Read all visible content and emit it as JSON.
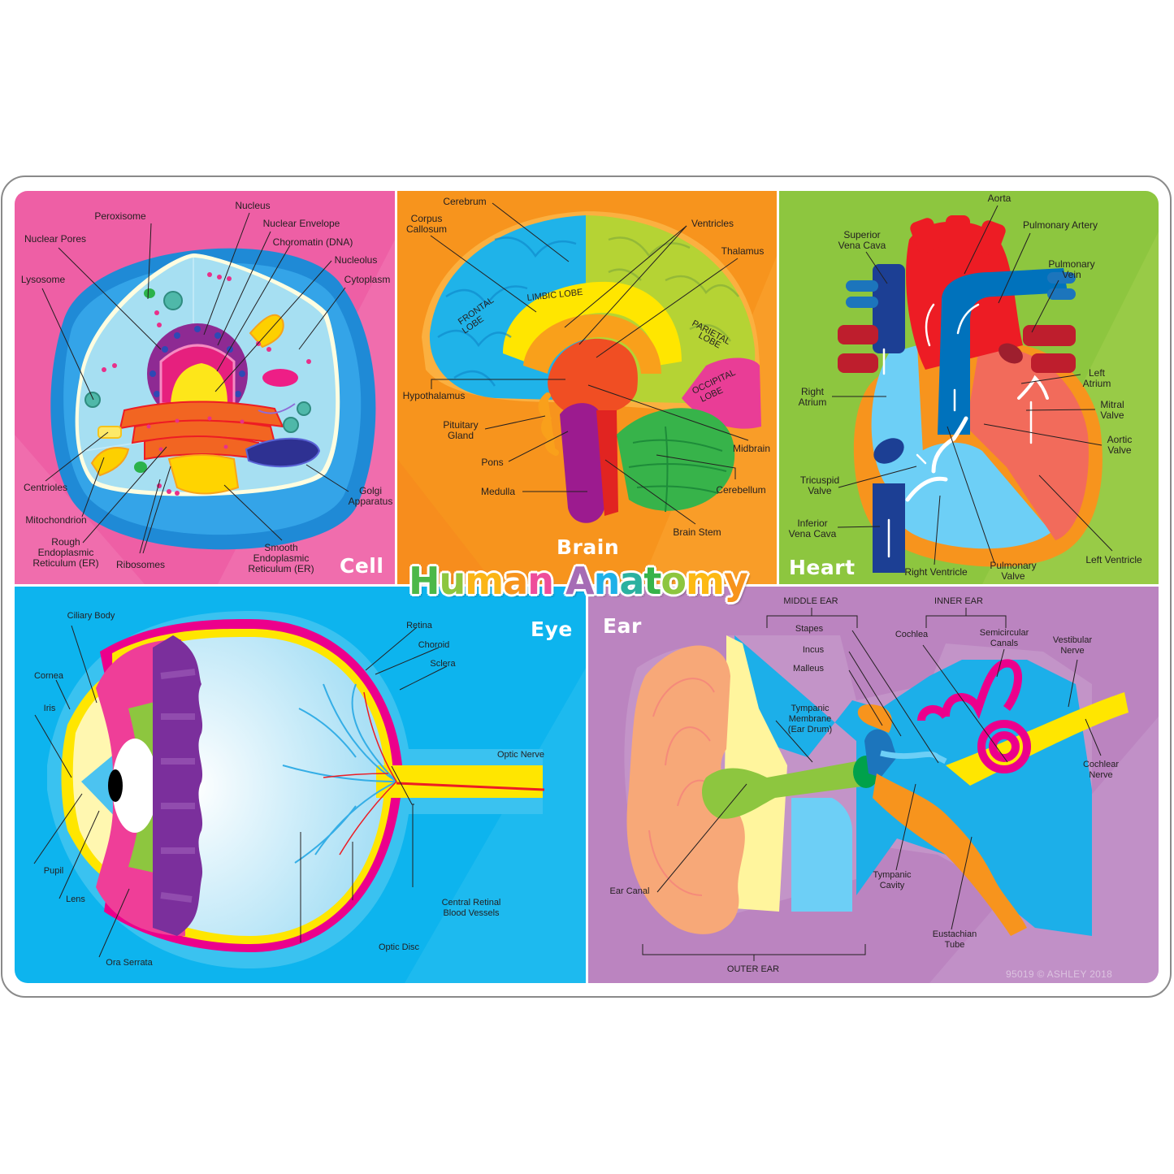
{
  "title": {
    "text": "Human Anatomy",
    "letters": [
      {
        "ch": "H",
        "color": "#4cb848"
      },
      {
        "ch": "u",
        "color": "#8dc63f"
      },
      {
        "ch": "m",
        "color": "#fbb516"
      },
      {
        "ch": "a",
        "color": "#f7941d"
      },
      {
        "ch": "n",
        "color": "#ee4d9b"
      },
      {
        "ch": " ",
        "color": "#ffffff"
      },
      {
        "ch": "A",
        "color": "#a66cb5"
      },
      {
        "ch": "n",
        "color": "#1eb1e8"
      },
      {
        "ch": "a",
        "color": "#2bb1a0"
      },
      {
        "ch": "t",
        "color": "#37b34a"
      },
      {
        "ch": "o",
        "color": "#8dc63f"
      },
      {
        "ch": "m",
        "color": "#fdb913"
      },
      {
        "ch": "y",
        "color": "#f7941d"
      }
    ]
  },
  "copyright": "95019 © ASHLEY 2018",
  "colors": {
    "cell_bg": "#ee5fa5",
    "brain_bg": "#f7941d",
    "heart_bg": "#8dc63f",
    "eye_bg": "#0db4ee",
    "ear_bg": "#bb84c0"
  },
  "panels": {
    "cell": {
      "title": "Cell",
      "labels": {
        "nucleus": "Nucleus",
        "peroxisome": "Peroxisome",
        "nuclear_envelope": "Nuclear Envelope",
        "nuclear_pores": "Nuclear Pores",
        "chromatin": "Choromatin (DNA)",
        "nucleolus": "Nucleolus",
        "lysosome": "Lysosome",
        "cytoplasm": "Cytoplasm",
        "centrioles": "Centrioles",
        "golgi": "Golgi\nApparatus",
        "mitochondrion": "Mitochondrion",
        "rough_er": "Rough\nEndoplasmic\nReticulum (ER)",
        "ribosomes": "Ribosomes",
        "smooth_er": "Smooth\nEndoplasmic\nReticulum (ER)"
      }
    },
    "brain": {
      "title": "Brain",
      "labels": {
        "cerebrum": "Cerebrum",
        "corpus_callosum": "Corpus\nCallosum",
        "ventricles": "Ventricles",
        "thalamus": "Thalamus",
        "hypothalamus": "Hypothalamus",
        "pituitary": "Pituitary\nGland",
        "pons": "Pons",
        "medulla": "Medulla",
        "midbrain": "Midbrain",
        "cerebellum": "Cerebellum",
        "brain_stem": "Brain Stem"
      },
      "lobes": {
        "frontal": "FRONTAL\nLOBE",
        "limbic": "LIMBIC LOBE",
        "parietal": "PARIETAL\nLOBE",
        "occipital": "OCCIPITAL\nLOBE"
      }
    },
    "heart": {
      "title": "Heart",
      "labels": {
        "aorta": "Aorta",
        "pulmonary_artery": "Pulmonary Artery",
        "superior_vena_cava": "Superior\nVena Cava",
        "pulmonary_vein": "Pulmonary\nVein",
        "left_atrium": "Left\nAtrium",
        "right_atrium": "Right\nAtrium",
        "mitral_valve": "Mitral\nValve",
        "aortic_valve": "Aortic\nValve",
        "tricuspid_valve": "Tricuspid\nValve",
        "inferior_vena_cava": "Inferior\nVena Cava",
        "left_ventricle": "Left Ventricle",
        "right_ventricle": "Right Ventricle",
        "pulmonary_valve": "Pulmonary\nValve"
      }
    },
    "eye": {
      "title": "Eye",
      "labels": {
        "ciliary_body": "Ciliary Body",
        "cornea": "Cornea",
        "iris": "Iris",
        "retina": "Retina",
        "choroid": "Choroid",
        "sclera": "Sclera",
        "optic_nerve": "Optic Nerve",
        "pupil": "Pupil",
        "lens": "Lens",
        "ora_serrata": "Ora Serrata",
        "optic_disc": "Optic Disc",
        "central_retinal": "Central Retinal\nBlood Vessels"
      }
    },
    "ear": {
      "title": "Ear",
      "labels": {
        "middle_ear": "MIDDLE EAR",
        "inner_ear": "INNER EAR",
        "outer_ear": "OUTER EAR",
        "stapes": "Stapes",
        "incus": "Incus",
        "malleus": "Malleus",
        "cochlea": "Cochlea",
        "semicircular": "Semicircular\nCanals",
        "vestibular_nerve": "Vestibular\nNerve",
        "tympanic_membrane": "Tympanic\nMembrane\n(Ear Drum)",
        "cochlear_nerve": "Cochlear\nNerve",
        "ear_canal": "Ear Canal",
        "tympanic_cavity": "Tympanic\nCavity",
        "eustachian": "Eustachian\nTube"
      }
    }
  }
}
